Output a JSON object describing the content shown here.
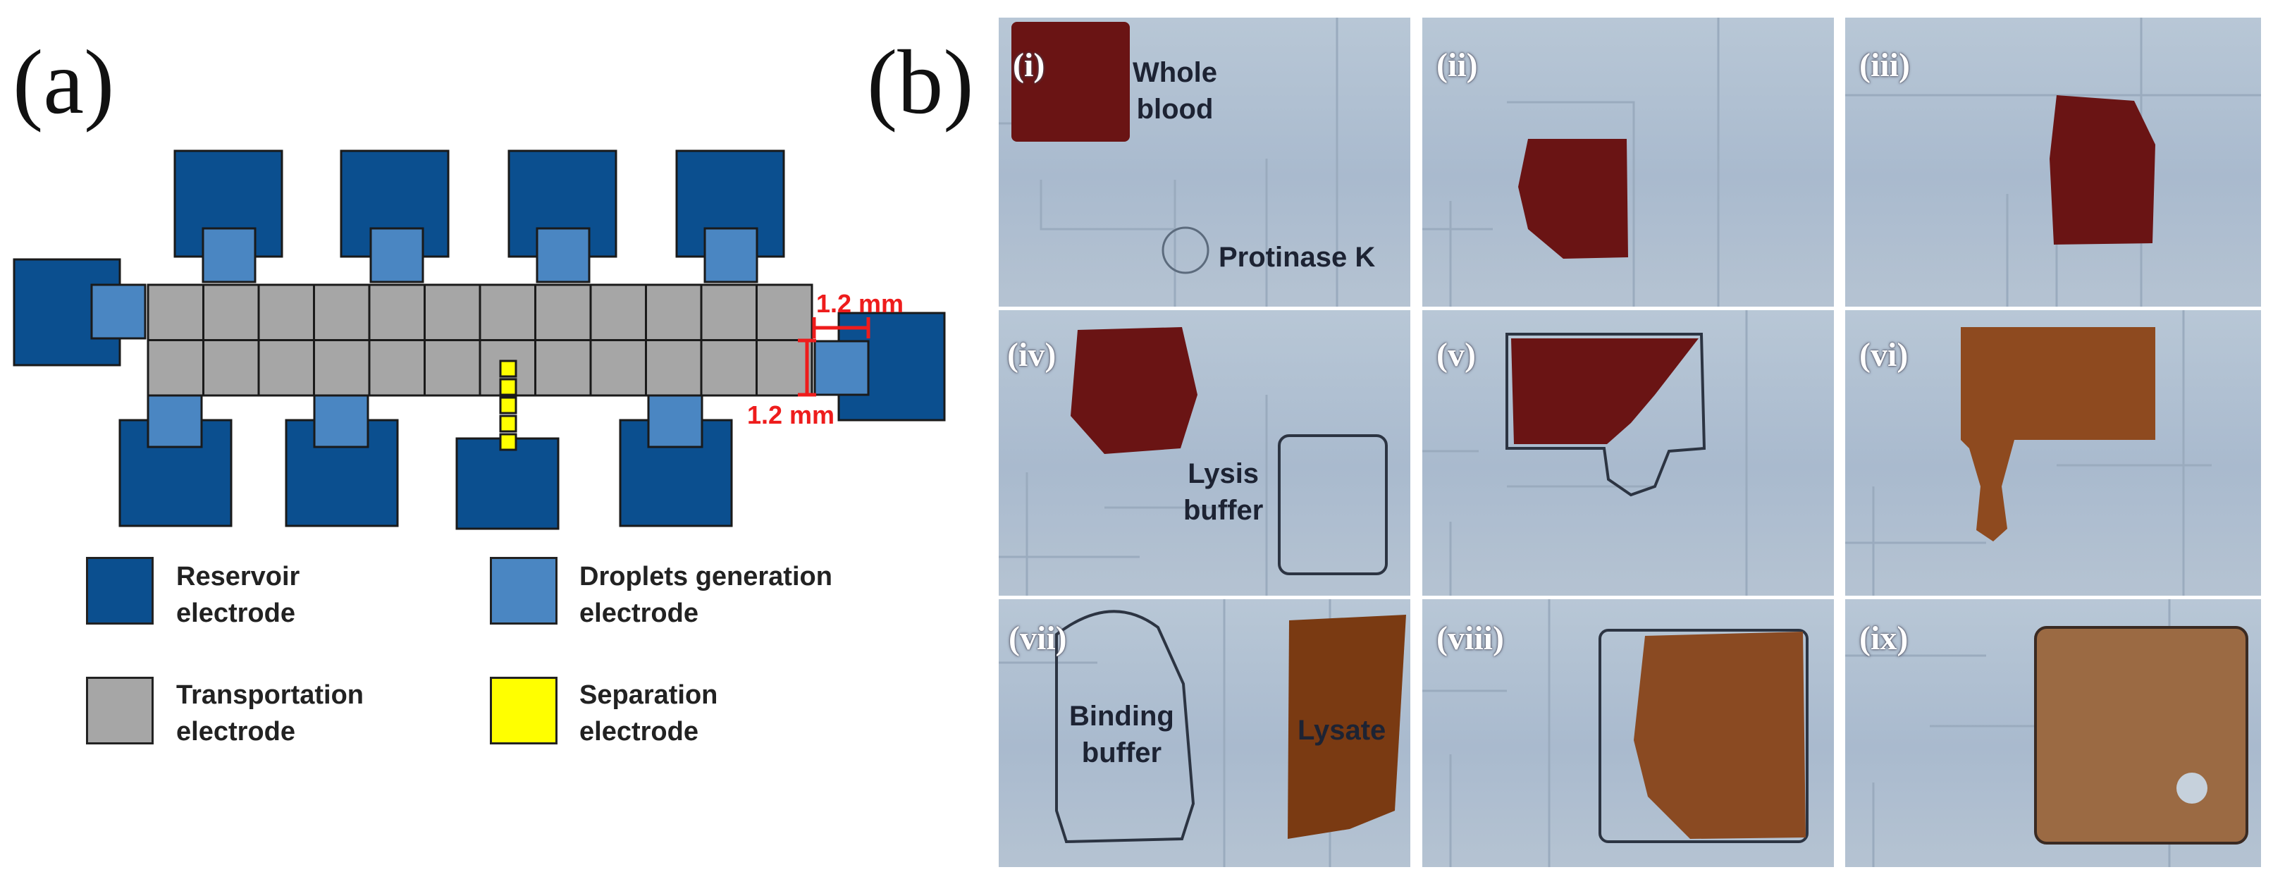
{
  "panel_a": {
    "letter": "(a)",
    "dimension_horizontal": "1.2 mm",
    "dimension_vertical": "1.2 mm",
    "legend": [
      {
        "label": "Reservoir\nelectrode",
        "color": "#0b4f8f"
      },
      {
        "label": "Droplets  generation\nelectrode",
        "color": "#4a86c2"
      },
      {
        "label": "Transportation\nelectrode",
        "color": "#a6a6a6"
      },
      {
        "label": "Separation\nelectrode",
        "color": "#ffff00"
      }
    ],
    "colors": {
      "reservoir": "#0b4f8f",
      "generation": "#4a86c2",
      "transportation": "#a6a6a6",
      "separation": "#ffff00",
      "dimension": "#ee1c1c"
    }
  },
  "panel_b": {
    "letter": "(b)",
    "frames": [
      {
        "tag": "(i)",
        "labels": [
          "Whole\nblood",
          "Protinase K"
        ]
      },
      {
        "tag": "(ii)",
        "labels": []
      },
      {
        "tag": "(iii)",
        "labels": []
      },
      {
        "tag": "(iv)",
        "labels": [
          "Lysis\nbuffer"
        ]
      },
      {
        "tag": "(v)",
        "labels": []
      },
      {
        "tag": "(vi)",
        "labels": []
      },
      {
        "tag": "(vii)",
        "labels": [
          "Binding\nbuffer",
          "Lysate"
        ]
      },
      {
        "tag": "(viii)",
        "labels": []
      },
      {
        "tag": "(ix)",
        "labels": []
      }
    ],
    "colors": {
      "blood": "#6a1414",
      "lysate": "#7a3a12",
      "background": "#b0c0d1"
    }
  }
}
